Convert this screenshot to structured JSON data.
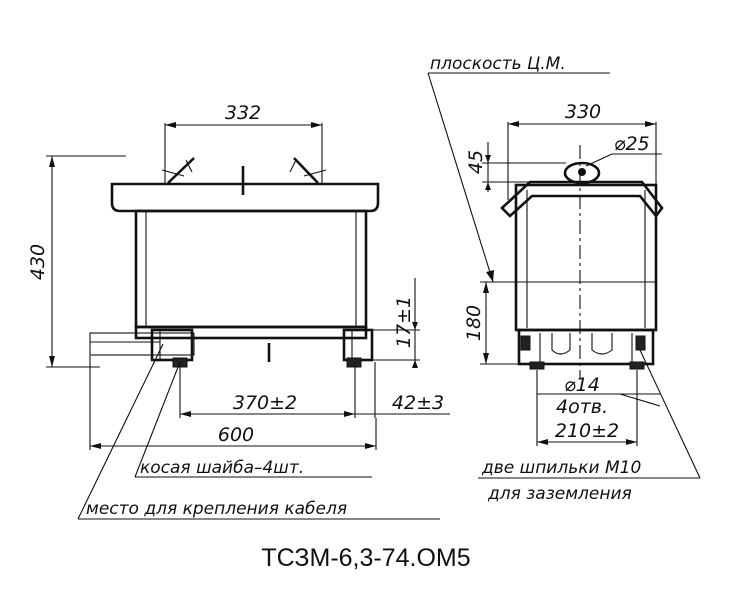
{
  "front_view": {
    "dim_top_width": "332",
    "dim_height": "430",
    "dim_foot_height": "17±1",
    "dim_mount_spacing": "370±2",
    "dim_foot_offset": "42±3",
    "dim_length": "600"
  },
  "side_view": {
    "dim_width": "330",
    "dim_top_offset": "45",
    "dim_eye_diameter": "⌀25",
    "dim_center_height": "180",
    "dim_hole_diameter": "⌀14",
    "dim_hole_count": "4отв.",
    "dim_mount_spacing": "210±2"
  },
  "notes": {
    "center_of_mass_plane": "плоскость Ц.М.",
    "oblique_washer": "косая шайба–4шт.",
    "cable_mount": "место для крепления кабеля",
    "grounding_studs_line1": "две шпильки М10",
    "grounding_studs_line2": "для заземления"
  },
  "title": "ТСЗМ-6,3-74.ОМ5"
}
